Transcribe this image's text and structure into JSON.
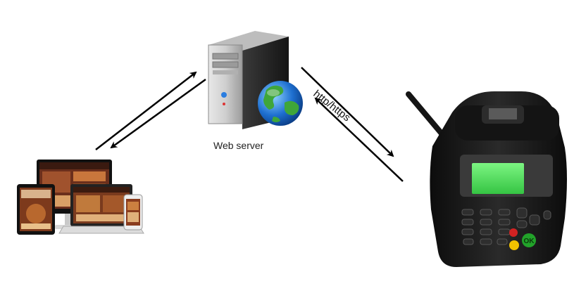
{
  "nodes": {
    "server": {
      "label": "Web server",
      "icon": "web-server-icon"
    },
    "devices": {
      "icon": "responsive-devices-icon"
    },
    "terminal": {
      "icon": "gprs-printer-terminal-icon",
      "ok_key": "OK"
    }
  },
  "links": {
    "server_terminal": {
      "label": "http/https"
    }
  },
  "colors": {
    "arrow": "#000000",
    "server_body": "#8a8a8a",
    "globe_water": "#1e6fd0",
    "globe_land": "#3fa63a",
    "terminal_body": "#1a1a1a",
    "lcd": "#4fe05a",
    "key_green": "#22a32a",
    "key_yellow": "#f2c200",
    "key_red": "#d22222"
  }
}
